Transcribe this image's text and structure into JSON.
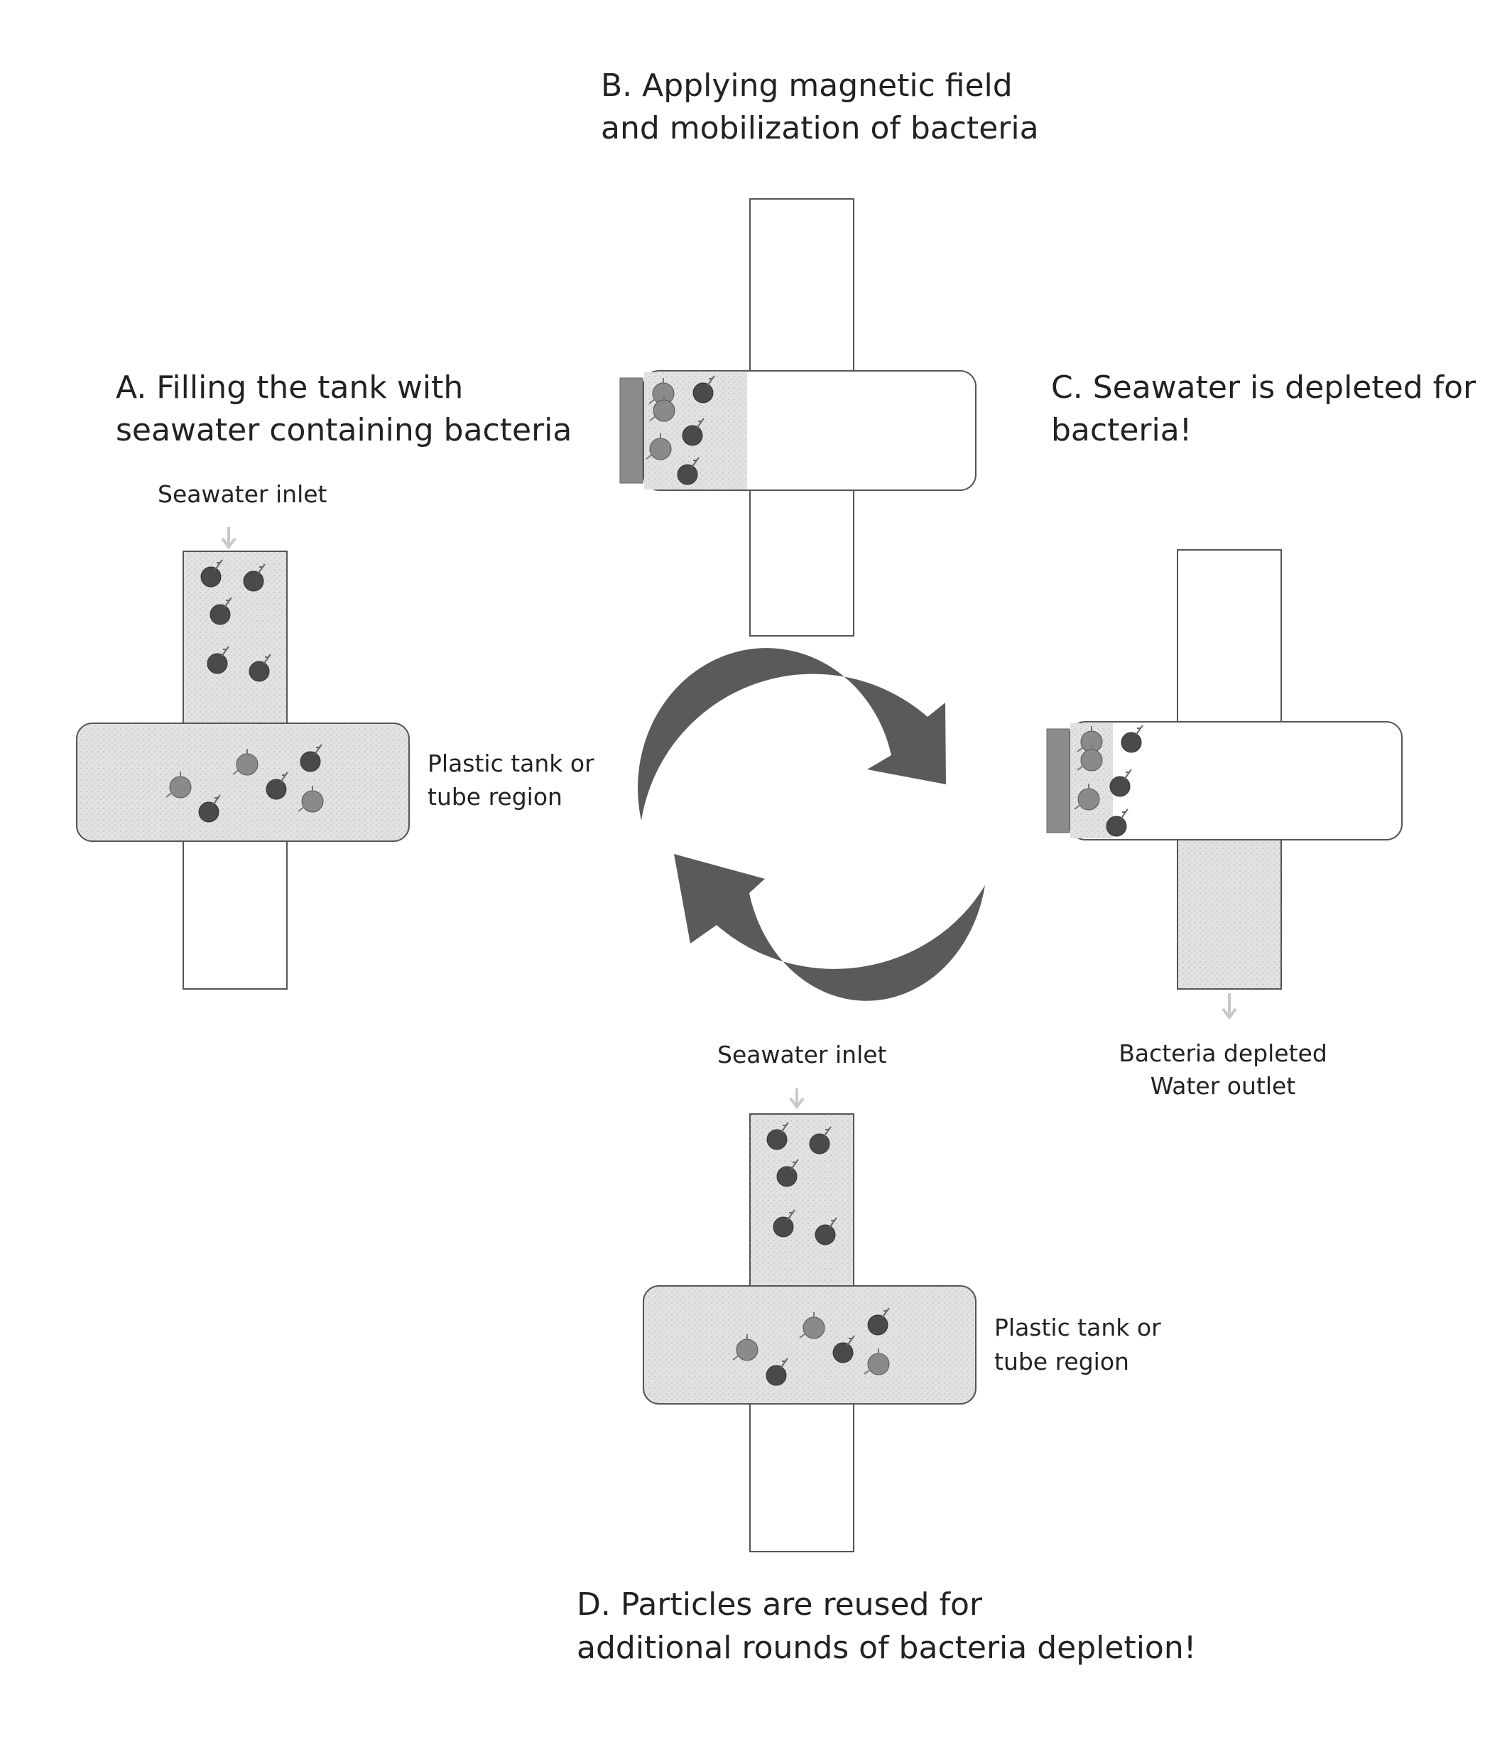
{
  "panels": {
    "a": {
      "title": [
        "A. Filling the tank with",
        "seawater containing bacteria"
      ],
      "inlet_label": "Seawater inlet",
      "tank_label": [
        "Plastic tank or",
        "tube region"
      ]
    },
    "b": {
      "title": [
        "B. Applying magnetic field",
        "and mobilization of bacteria"
      ]
    },
    "c": {
      "title": [
        "C. Seawater is depleted for",
        "bacteria!"
      ],
      "outlet_label": [
        "Bacteria depleted",
        "Water outlet"
      ]
    },
    "d": {
      "title": [
        "D. Particles are reused for",
        "additional rounds of bacteria depletion!"
      ],
      "inlet_label": "Seawater inlet",
      "tank_label": [
        "Plastic tank or",
        "tube region"
      ]
    }
  },
  "colors": {
    "fill_stipple": "#e2e2e2",
    "outline": "#555555",
    "cycle_arrow": "#5a5a5a",
    "magnet": "#8c8c8c",
    "bacteria_dark": "#4a4a4a",
    "particle_light": "#8a8a8a"
  }
}
